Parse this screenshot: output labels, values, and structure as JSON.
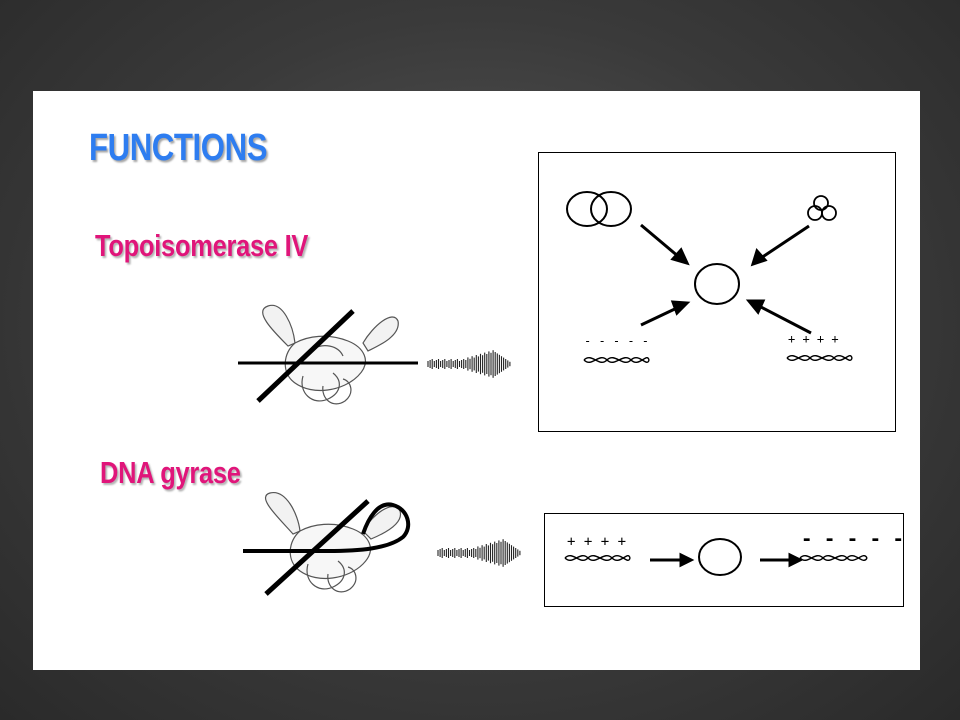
{
  "slide": {
    "title": "FUNCTIONS",
    "sections": [
      {
        "label": "Topoisomerase IV"
      },
      {
        "label": "DNA gyrase"
      }
    ],
    "topo_box": {
      "negative_label": "- - - - -",
      "positive_label": "+ + + +"
    },
    "gyrase_box": {
      "positive_label": "+ + + +",
      "negative_label": "- - - - -"
    }
  },
  "colors": {
    "title": "#2e7df0",
    "section_label": "#e0157a",
    "background": "#3a3a3a",
    "slide": "#ffffff"
  }
}
